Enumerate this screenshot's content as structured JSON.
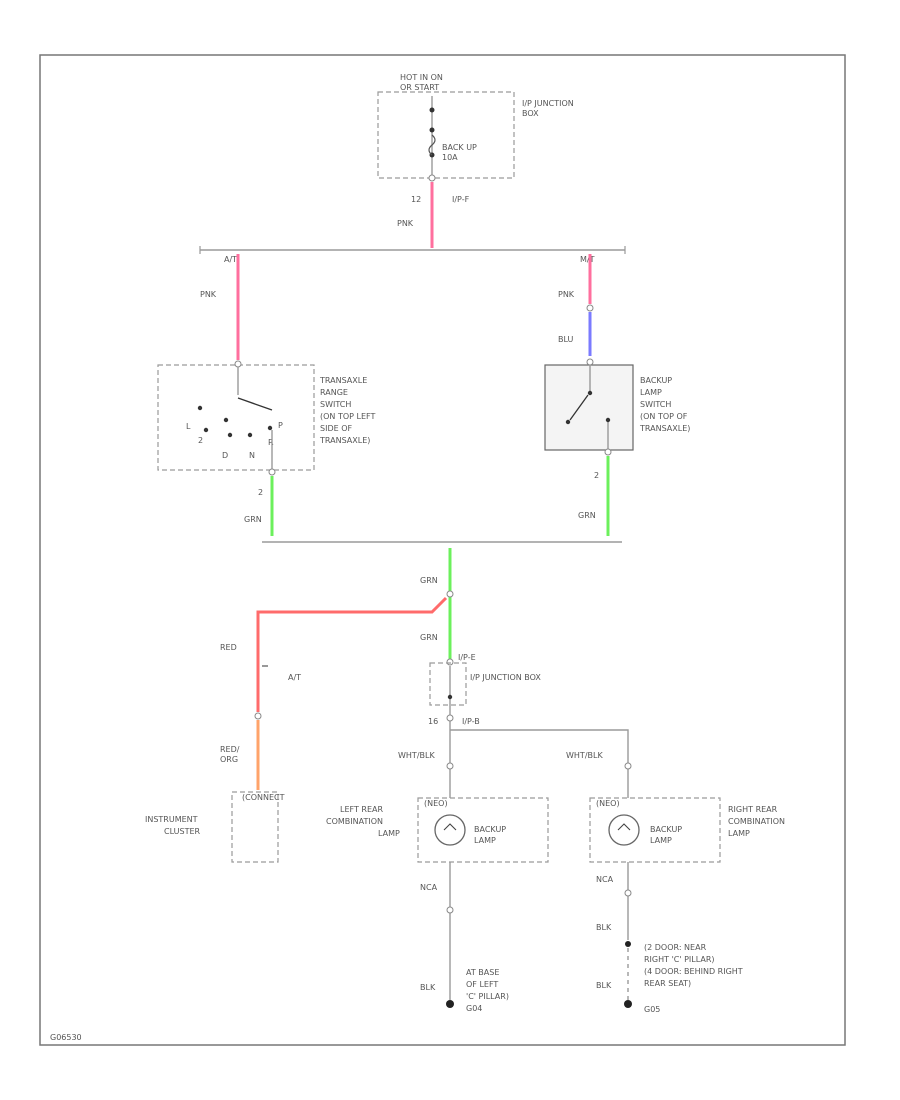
{
  "labels": {
    "hot": "HOT IN ON",
    "hot2": "OR START",
    "fuse_box": "I/P JUNCTION",
    "fuse_box2": "BOX",
    "fuse": "BACK UP",
    "fuse2": "10A",
    "pin12": "12",
    "conn_ipf": "I/P-F",
    "pnk_top": "PNK",
    "at": "A/T",
    "mt": "M/T",
    "pnk_left": "PNK",
    "pnk_right": "PNK",
    "blu": "BLU",
    "trs1": "TRANSAXLE",
    "trs2": "RANGE",
    "trs3": "SWITCH",
    "trs4": "(ON TOP LEFT",
    "trs5": "SIDE OF",
    "trs6": "TRANSAXLE)",
    "pos_l": "L",
    "pos_2": "2",
    "pos_d": "D",
    "pos_n": "N",
    "pos_p": "P",
    "pos_r": "R",
    "pin_left": "2",
    "bls1": "BACKUP",
    "bls2": "LAMP",
    "bls3": "SWITCH",
    "bls4": "(ON TOP OF",
    "bls5": "TRANSAXLE)",
    "pin_right": "2",
    "grn_left": "GRN",
    "grn_right": "GRN",
    "grn_mid1": "GRN",
    "red": "RED",
    "grn_mid2": "GRN",
    "conn_ipe": "I/P-E",
    "at2": "A/T",
    "jb2": "I/P JUNCTION BOX",
    "pin16": "16",
    "conn_ipb": "I/P-B",
    "red_org1": "RED/",
    "red_org2": "ORG",
    "wht_blk_l": "WHT/BLK",
    "wht_blk_r": "WHT/BLK",
    "ic1": "INSTRUMENT",
    "ic2": "CLUSTER",
    "ic_conn": "(CONNECT",
    "lrc1": "LEFT REAR",
    "lrc2": "COMBINATION",
    "lrc3": "LAMP",
    "lrc_tag": "(NEO)",
    "bul1": "BACKUP",
    "bul2": "LAMP",
    "rrc1": "RIGHT REAR",
    "rrc2": "COMBINATION",
    "rrc3": "LAMP",
    "rrc_tag": "(NEO)",
    "bur1": "BACKUP",
    "bur2": "LAMP",
    "nca_l": "NCA",
    "nca_r": "NCA",
    "blk_l": "BLK",
    "blk_r1": "BLK",
    "blk_r2": "BLK",
    "g_l1": "AT BASE",
    "g_l2": "OF LEFT",
    "g_l3": "'C' PILLAR)",
    "g_l4": "G04",
    "g_r1": "(2 DOOR: NEAR",
    "g_r2": "RIGHT 'C' PILLAR)",
    "g_r3": "(4 DOOR: BEHIND RIGHT",
    "g_r4": "REAR SEAT)",
    "g_r5": "G05",
    "code": "G06530"
  },
  "colors": {
    "pink": "#ff6f9e",
    "green": "#6cf05c",
    "blue": "#7a7aff",
    "red": "#ff6b6b",
    "orange": "#ffa36a"
  }
}
